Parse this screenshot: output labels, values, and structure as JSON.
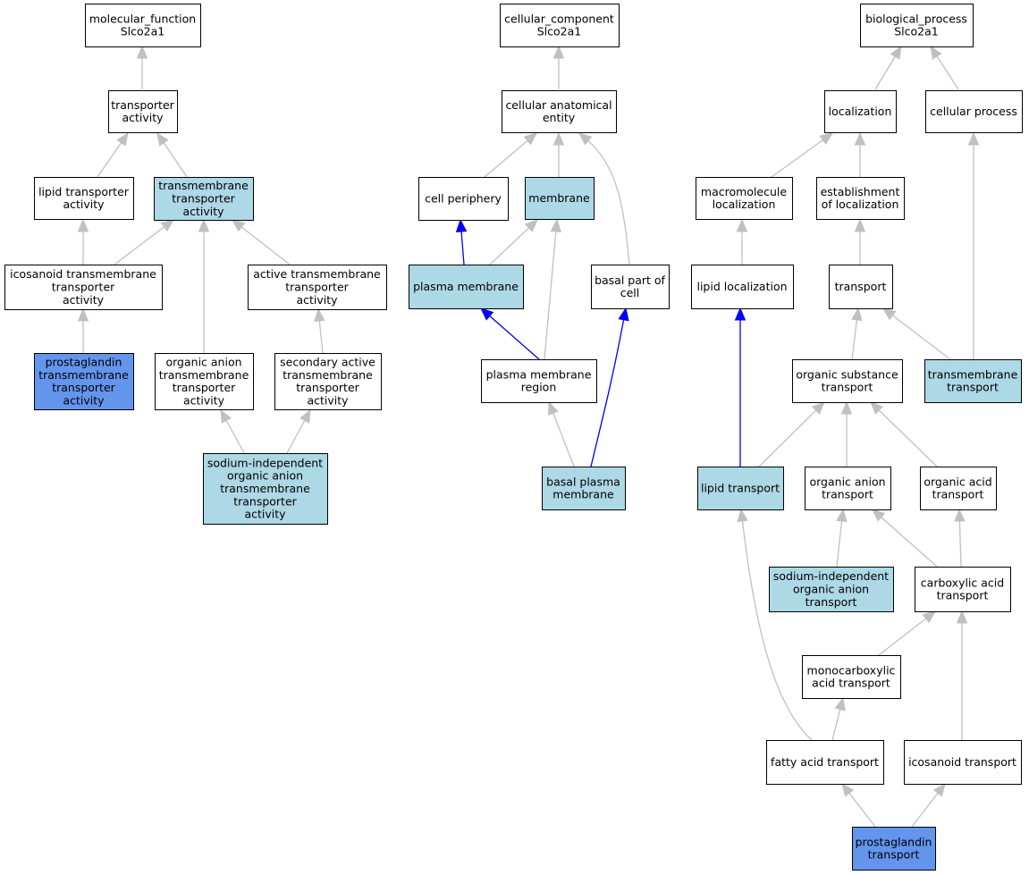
{
  "colors": {
    "default_fill": "#ffffff",
    "annotated_fill": "#add8e6",
    "query_fill": "#6495ed",
    "edge_gray": "#c0c0c0",
    "edge_blue": "#0000ff",
    "border": "#000000"
  },
  "nodes": {
    "mf_root": {
      "lines": [
        "molecular_function",
        "Slco2a1"
      ],
      "style": "default"
    },
    "transporter_activity": {
      "lines": [
        "transporter",
        "activity"
      ],
      "style": "default"
    },
    "lipid_transporter_activity": {
      "lines": [
        "lipid transporter",
        "activity"
      ],
      "style": "default"
    },
    "transmembrane_transporter_activity": {
      "lines": [
        "transmembrane",
        "transporter",
        "activity"
      ],
      "style": "annotated"
    },
    "icosanoid_tm_transporter_activity": {
      "lines": [
        "icosanoid transmembrane",
        "transporter",
        "activity"
      ],
      "style": "default"
    },
    "active_tm_transporter_activity": {
      "lines": [
        "active transmembrane",
        "transporter",
        "activity"
      ],
      "style": "default"
    },
    "prostaglandin_tm_transporter_activity": {
      "lines": [
        "prostaglandin",
        "transmembrane",
        "transporter",
        "activity"
      ],
      "style": "query"
    },
    "organic_anion_tm_transporter_activity": {
      "lines": [
        "organic anion",
        "transmembrane",
        "transporter",
        "activity"
      ],
      "style": "default"
    },
    "secondary_active_tm_transporter_activity": {
      "lines": [
        "secondary active",
        "transmembrane",
        "transporter",
        "activity"
      ],
      "style": "default"
    },
    "sodium_independent_oa_tm_transporter_activity": {
      "lines": [
        "sodium-independent",
        "organic anion",
        "transmembrane",
        "transporter",
        "activity"
      ],
      "style": "annotated"
    },
    "cc_root": {
      "lines": [
        "cellular_component",
        "Slco2a1"
      ],
      "style": "default"
    },
    "cellular_anatomical_entity": {
      "lines": [
        "cellular anatomical",
        "entity"
      ],
      "style": "default"
    },
    "cell_periphery": {
      "lines": [
        "cell periphery"
      ],
      "style": "default"
    },
    "membrane": {
      "lines": [
        "membrane"
      ],
      "style": "annotated"
    },
    "plasma_membrane": {
      "lines": [
        "plasma membrane"
      ],
      "style": "annotated"
    },
    "basal_part_of_cell": {
      "lines": [
        "basal part of",
        "cell"
      ],
      "style": "default"
    },
    "plasma_membrane_region": {
      "lines": [
        "plasma membrane",
        "region"
      ],
      "style": "default"
    },
    "basal_plasma_membrane": {
      "lines": [
        "basal plasma",
        "membrane"
      ],
      "style": "annotated"
    },
    "bp_root": {
      "lines": [
        "biological_process",
        "Slco2a1"
      ],
      "style": "default"
    },
    "localization": {
      "lines": [
        "localization"
      ],
      "style": "default"
    },
    "cellular_process": {
      "lines": [
        "cellular process"
      ],
      "style": "default"
    },
    "macromolecule_localization": {
      "lines": [
        "macromolecule",
        "localization"
      ],
      "style": "default"
    },
    "establishment_of_localization": {
      "lines": [
        "establishment",
        "of localization"
      ],
      "style": "default"
    },
    "lipid_localization": {
      "lines": [
        "lipid localization"
      ],
      "style": "default"
    },
    "transport": {
      "lines": [
        "transport"
      ],
      "style": "default"
    },
    "organic_substance_transport": {
      "lines": [
        "organic substance",
        "transport"
      ],
      "style": "default"
    },
    "transmembrane_transport": {
      "lines": [
        "transmembrane",
        "transport"
      ],
      "style": "annotated"
    },
    "lipid_transport": {
      "lines": [
        "lipid transport"
      ],
      "style": "annotated"
    },
    "organic_anion_transport": {
      "lines": [
        "organic anion",
        "transport"
      ],
      "style": "default"
    },
    "organic_acid_transport": {
      "lines": [
        "organic acid",
        "transport"
      ],
      "style": "default"
    },
    "sodium_independent_oa_transport": {
      "lines": [
        "sodium-independent",
        "organic anion",
        "transport"
      ],
      "style": "annotated"
    },
    "carboxylic_acid_transport": {
      "lines": [
        "carboxylic acid",
        "transport"
      ],
      "style": "default"
    },
    "monocarboxylic_acid_transport": {
      "lines": [
        "monocarboxylic",
        "acid transport"
      ],
      "style": "default"
    },
    "fatty_acid_transport": {
      "lines": [
        "fatty acid transport"
      ],
      "style": "default"
    },
    "icosanoid_transport": {
      "lines": [
        "icosanoid transport"
      ],
      "style": "default"
    },
    "prostaglandin_transport": {
      "lines": [
        "prostaglandin",
        "transport"
      ],
      "style": "query"
    }
  },
  "edges": [
    {
      "from": "transporter_activity",
      "to": "mf_root",
      "color": "gray"
    },
    {
      "from": "lipid_transporter_activity",
      "to": "transporter_activity",
      "color": "gray"
    },
    {
      "from": "transmembrane_transporter_activity",
      "to": "transporter_activity",
      "color": "gray"
    },
    {
      "from": "icosanoid_tm_transporter_activity",
      "to": "lipid_transporter_activity",
      "color": "gray"
    },
    {
      "from": "icosanoid_tm_transporter_activity",
      "to": "transmembrane_transporter_activity",
      "color": "gray"
    },
    {
      "from": "active_tm_transporter_activity",
      "to": "transmembrane_transporter_activity",
      "color": "gray"
    },
    {
      "from": "organic_anion_tm_transporter_activity",
      "to": "transmembrane_transporter_activity",
      "color": "gray"
    },
    {
      "from": "prostaglandin_tm_transporter_activity",
      "to": "icosanoid_tm_transporter_activity",
      "color": "gray"
    },
    {
      "from": "secondary_active_tm_transporter_activity",
      "to": "active_tm_transporter_activity",
      "color": "gray"
    },
    {
      "from": "sodium_independent_oa_tm_transporter_activity",
      "to": "organic_anion_tm_transporter_activity",
      "color": "gray"
    },
    {
      "from": "sodium_independent_oa_tm_transporter_activity",
      "to": "secondary_active_tm_transporter_activity",
      "color": "gray"
    },
    {
      "from": "cellular_anatomical_entity",
      "to": "cc_root",
      "color": "gray"
    },
    {
      "from": "cell_periphery",
      "to": "cellular_anatomical_entity",
      "color": "gray"
    },
    {
      "from": "membrane",
      "to": "cellular_anatomical_entity",
      "color": "gray"
    },
    {
      "from": "basal_part_of_cell",
      "to": "cellular_anatomical_entity",
      "color": "gray"
    },
    {
      "from": "plasma_membrane",
      "to": "cell_periphery",
      "color": "blue"
    },
    {
      "from": "plasma_membrane",
      "to": "membrane",
      "color": "gray"
    },
    {
      "from": "plasma_membrane_region",
      "to": "plasma_membrane",
      "color": "blue"
    },
    {
      "from": "plasma_membrane_region",
      "to": "membrane",
      "color": "gray"
    },
    {
      "from": "basal_plasma_membrane",
      "to": "plasma_membrane_region",
      "color": "gray"
    },
    {
      "from": "basal_plasma_membrane",
      "to": "basal_part_of_cell",
      "color": "blue"
    },
    {
      "from": "localization",
      "to": "bp_root",
      "color": "gray"
    },
    {
      "from": "cellular_process",
      "to": "bp_root",
      "color": "gray"
    },
    {
      "from": "macromolecule_localization",
      "to": "localization",
      "color": "gray"
    },
    {
      "from": "establishment_of_localization",
      "to": "localization",
      "color": "gray"
    },
    {
      "from": "lipid_localization",
      "to": "macromolecule_localization",
      "color": "gray"
    },
    {
      "from": "transport",
      "to": "establishment_of_localization",
      "color": "gray"
    },
    {
      "from": "organic_substance_transport",
      "to": "transport",
      "color": "gray"
    },
    {
      "from": "transmembrane_transport",
      "to": "transport",
      "color": "gray"
    },
    {
      "from": "transmembrane_transport",
      "to": "cellular_process",
      "color": "gray"
    },
    {
      "from": "lipid_transport",
      "to": "lipid_localization",
      "color": "blue"
    },
    {
      "from": "lipid_transport",
      "to": "organic_substance_transport",
      "color": "gray"
    },
    {
      "from": "organic_anion_transport",
      "to": "organic_substance_transport",
      "color": "gray"
    },
    {
      "from": "organic_acid_transport",
      "to": "organic_substance_transport",
      "color": "gray"
    },
    {
      "from": "sodium_independent_oa_transport",
      "to": "organic_anion_transport",
      "color": "gray"
    },
    {
      "from": "carboxylic_acid_transport",
      "to": "organic_anion_transport",
      "color": "gray"
    },
    {
      "from": "carboxylic_acid_transport",
      "to": "organic_acid_transport",
      "color": "gray"
    },
    {
      "from": "monocarboxylic_acid_transport",
      "to": "carboxylic_acid_transport",
      "color": "gray"
    },
    {
      "from": "fatty_acid_transport",
      "to": "lipid_transport",
      "color": "gray"
    },
    {
      "from": "fatty_acid_transport",
      "to": "monocarboxylic_acid_transport",
      "color": "gray"
    },
    {
      "from": "icosanoid_transport",
      "to": "carboxylic_acid_transport",
      "color": "gray"
    },
    {
      "from": "prostaglandin_transport",
      "to": "fatty_acid_transport",
      "color": "gray"
    },
    {
      "from": "prostaglandin_transport",
      "to": "icosanoid_transport",
      "color": "gray"
    }
  ]
}
